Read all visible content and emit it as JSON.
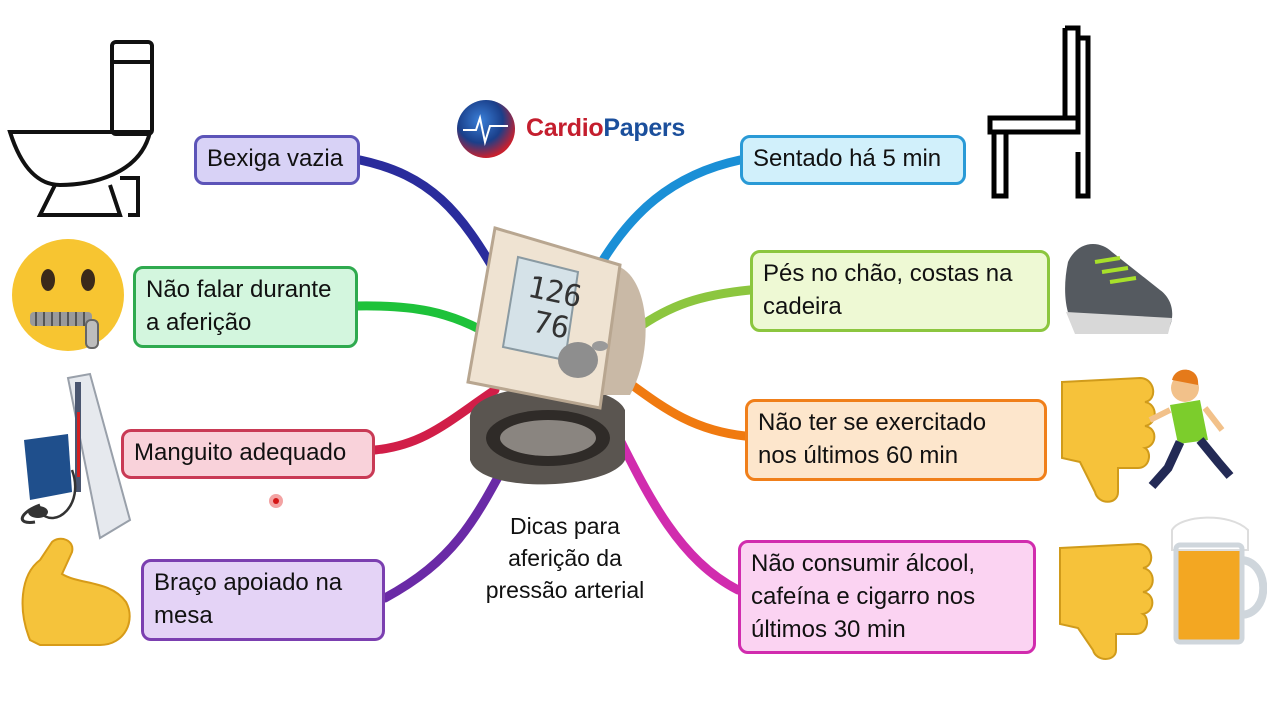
{
  "brand": {
    "part1": "Cardio",
    "part2": "Papers"
  },
  "center": {
    "caption_lines": [
      "Dicas para",
      "aferição da",
      "pressão arterial"
    ],
    "display_top": "126",
    "display_bottom": "76"
  },
  "tips_left": [
    {
      "lines": [
        "Bexiga vazia"
      ],
      "fill": "#d8d2f6",
      "border": "#5c54b8",
      "branch": "#2a2c9c",
      "icon": "toilet-icon"
    },
    {
      "lines": [
        "Não falar durante",
        "a aferição"
      ],
      "fill": "#d3f6de",
      "border": "#2faa4f",
      "branch": "#1ec23a",
      "icon": "zipper-mouth-face-icon"
    },
    {
      "lines": [
        "Manguito adequado"
      ],
      "fill": "#f9d2da",
      "border": "#c93a55",
      "branch": "#d11e48",
      "icon": "sphygmomanometer-icon"
    },
    {
      "lines": [
        "Braço apoiado na",
        "mesa"
      ],
      "fill": "#e4d3f6",
      "border": "#7b3fb0",
      "branch": "#6a2aa6",
      "icon": "flexed-biceps-icon"
    }
  ],
  "tips_right": [
    {
      "lines": [
        "Sentado há 5 min"
      ],
      "fill": "#d1f0fb",
      "border": "#2a9ad6",
      "branch": "#1a8fd6",
      "icon": "chair-icon"
    },
    {
      "lines": [
        "Pés no chão, costas na",
        "cadeira"
      ],
      "fill": "#eef9d4",
      "border": "#8cc63f",
      "branch": "#8cc63f",
      "icon": "sneaker-icon"
    },
    {
      "lines": [
        "Não ter se exercitado",
        "nos últimos 60 min"
      ],
      "fill": "#fde6cc",
      "border": "#f07f1a",
      "branch": "#f07a10",
      "icon": "thumbs-down-runner-icon"
    },
    {
      "lines": [
        "Não consumir álcool,",
        "cafeína e cigarro nos",
        "últimos 30 min"
      ],
      "fill": "#fbd3f2",
      "border": "#d12cae",
      "branch": "#d12cae",
      "icon": "thumbs-down-beer-icon"
    }
  ]
}
